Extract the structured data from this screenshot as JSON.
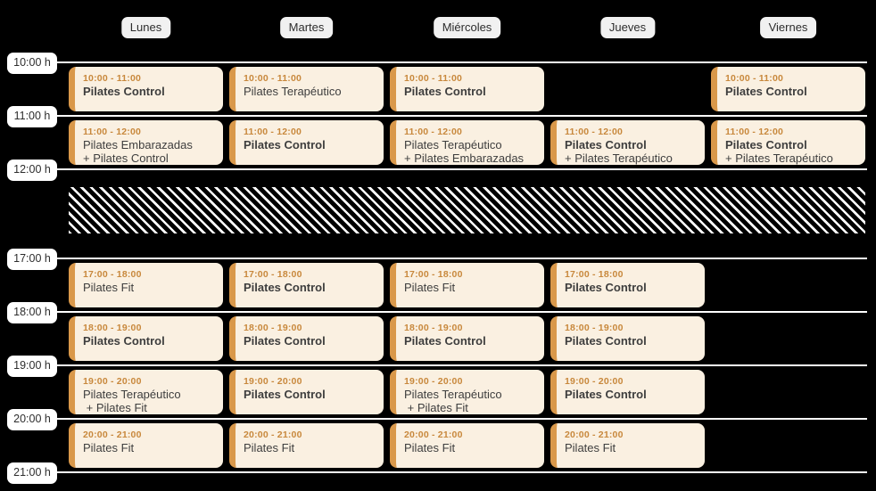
{
  "colors": {
    "background": "#000000",
    "card_bg": "#FAF0E1",
    "accent_bar": "#D9984A",
    "time_text": "#C8883C",
    "title_text": "#3E3E3E",
    "line": "#FFFFFF",
    "day_pill_bg": "#F1F1F1",
    "day_pill_text": "#2D2D2D",
    "time_pill_bg": "#FFFFFF",
    "time_pill_text": "#2D2D2D"
  },
  "time_axis": {
    "labels": [
      "10:00 h",
      "11:00 h",
      "12:00 h",
      "17:00 h",
      "18:00 h",
      "19:00 h",
      "20:00 h",
      "21:00 h"
    ]
  },
  "closed_band": {
    "pattern": "diagonal-stripes",
    "from": "12:00 h",
    "to": "17:00 h"
  },
  "days": [
    {
      "label": "Lunes",
      "events": [
        {
          "time": "10:00 - 11:00",
          "start": "10:00",
          "lines": [
            {
              "text": "Pilates Control",
              "bold": true
            }
          ]
        },
        {
          "time": "11:00 - 12:00",
          "start": "11:00",
          "lines": [
            {
              "text": "Pilates Embarazadas",
              "bold": false
            },
            {
              "text": "+ Pilates Control",
              "bold": false
            }
          ]
        },
        {
          "time": "17:00 - 18:00",
          "start": "17:00",
          "lines": [
            {
              "text": "Pilates Fit",
              "bold": false
            }
          ]
        },
        {
          "time": "18:00 - 19:00",
          "start": "18:00",
          "lines": [
            {
              "text": "Pilates Control",
              "bold": true
            }
          ]
        },
        {
          "time": "19:00 - 20:00",
          "start": "19:00",
          "lines": [
            {
              "text": "Pilates Terapéutico",
              "bold": false
            },
            {
              "text": " + Pilates Fit",
              "bold": false
            }
          ]
        },
        {
          "time": "20:00 - 21:00",
          "start": "20:00",
          "lines": [
            {
              "text": "Pilates Fit",
              "bold": false
            }
          ]
        }
      ]
    },
    {
      "label": "Martes",
      "events": [
        {
          "time": "10:00 - 11:00",
          "start": "10:00",
          "lines": [
            {
              "text": "Pilates Terapéutico",
              "bold": false
            }
          ]
        },
        {
          "time": "11:00 - 12:00",
          "start": "11:00",
          "lines": [
            {
              "text": "Pilates Control",
              "bold": true
            }
          ]
        },
        {
          "time": "17:00 - 18:00",
          "start": "17:00",
          "lines": [
            {
              "text": "Pilates Control",
              "bold": true
            }
          ]
        },
        {
          "time": "18:00 - 19:00",
          "start": "18:00",
          "lines": [
            {
              "text": "Pilates Control",
              "bold": true
            }
          ]
        },
        {
          "time": "19:00 - 20:00",
          "start": "19:00",
          "lines": [
            {
              "text": "Pilates Control",
              "bold": true
            }
          ]
        },
        {
          "time": "20:00 - 21:00",
          "start": "20:00",
          "lines": [
            {
              "text": "Pilates Fit",
              "bold": false
            }
          ]
        }
      ]
    },
    {
      "label": "Miércoles",
      "events": [
        {
          "time": "10:00 - 11:00",
          "start": "10:00",
          "lines": [
            {
              "text": "Pilates Control",
              "bold": true
            }
          ]
        },
        {
          "time": "11:00 - 12:00",
          "start": "11:00",
          "lines": [
            {
              "text": "Pilates Terapéutico",
              "bold": false
            },
            {
              "text": "+ Pilates Embarazadas",
              "bold": false
            }
          ]
        },
        {
          "time": "17:00 - 18:00",
          "start": "17:00",
          "lines": [
            {
              "text": "Pilates Fit",
              "bold": false
            }
          ]
        },
        {
          "time": "18:00 - 19:00",
          "start": "18:00",
          "lines": [
            {
              "text": "Pilates Control",
              "bold": true
            }
          ]
        },
        {
          "time": "19:00 - 20:00",
          "start": "19:00",
          "lines": [
            {
              "text": "Pilates Terapéutico",
              "bold": false
            },
            {
              "text": " + Pilates Fit",
              "bold": false
            }
          ]
        },
        {
          "time": "20:00 - 21:00",
          "start": "20:00",
          "lines": [
            {
              "text": "Pilates Fit",
              "bold": false
            }
          ]
        }
      ]
    },
    {
      "label": "Jueves",
      "events": [
        {
          "time": "11:00 - 12:00",
          "start": "11:00",
          "lines": [
            {
              "text": "Pilates Control",
              "bold": true
            },
            {
              "text": "+ Pilates Terapéutico",
              "bold": false
            }
          ]
        },
        {
          "time": "17:00 - 18:00",
          "start": "17:00",
          "lines": [
            {
              "text": "Pilates Control",
              "bold": true
            }
          ]
        },
        {
          "time": "18:00 - 19:00",
          "start": "18:00",
          "lines": [
            {
              "text": "Pilates Control",
              "bold": true
            }
          ]
        },
        {
          "time": "19:00 - 20:00",
          "start": "19:00",
          "lines": [
            {
              "text": "Pilates Control",
              "bold": true
            }
          ]
        },
        {
          "time": "20:00 - 21:00",
          "start": "20:00",
          "lines": [
            {
              "text": "Pilates Fit",
              "bold": false
            }
          ]
        }
      ]
    },
    {
      "label": "Viernes",
      "events": [
        {
          "time": "10:00 - 11:00",
          "start": "10:00",
          "lines": [
            {
              "text": "Pilates Control",
              "bold": true
            }
          ]
        },
        {
          "time": "11:00 - 12:00",
          "start": "11:00",
          "lines": [
            {
              "text": "Pilates Control",
              "bold": true
            },
            {
              "text": "+ Pilates Terapéutico",
              "bold": false
            }
          ]
        }
      ]
    }
  ]
}
